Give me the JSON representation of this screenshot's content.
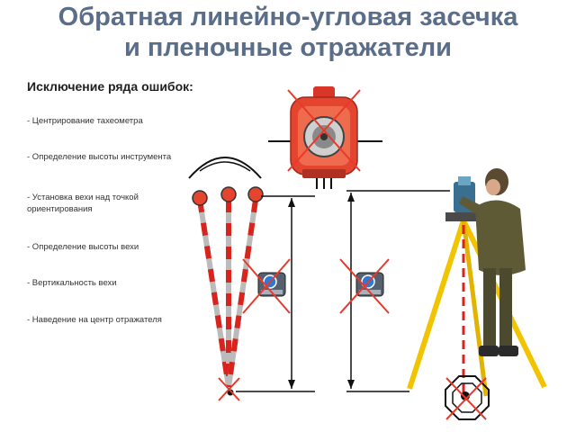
{
  "slide": {
    "title_line1": "Обратная линейно-угловая засечка",
    "title_line2": "и пленочные отражатели",
    "subtitle": "Исключение ряда ошибок:",
    "items": [
      "- Центрирование тахеометра",
      "- Определение высоты инструмента",
      "- Установка вехи над точкой",
      "ориентирования",
      "- Определение высоты вехи",
      "- Вертикальность вехи",
      "- Наведение на центр отражателя"
    ]
  },
  "colors": {
    "title": "#5a6e8a",
    "cross": "#e8392b",
    "reflector_body": "#e5442f",
    "tripod_yellow": "#f2c400",
    "pole_red": "#d8241c"
  },
  "icons": [
    "prism-reflector-icon",
    "tape-measure-icon",
    "octagon-target-icon",
    "surveyor-with-total-station-icon"
  ]
}
